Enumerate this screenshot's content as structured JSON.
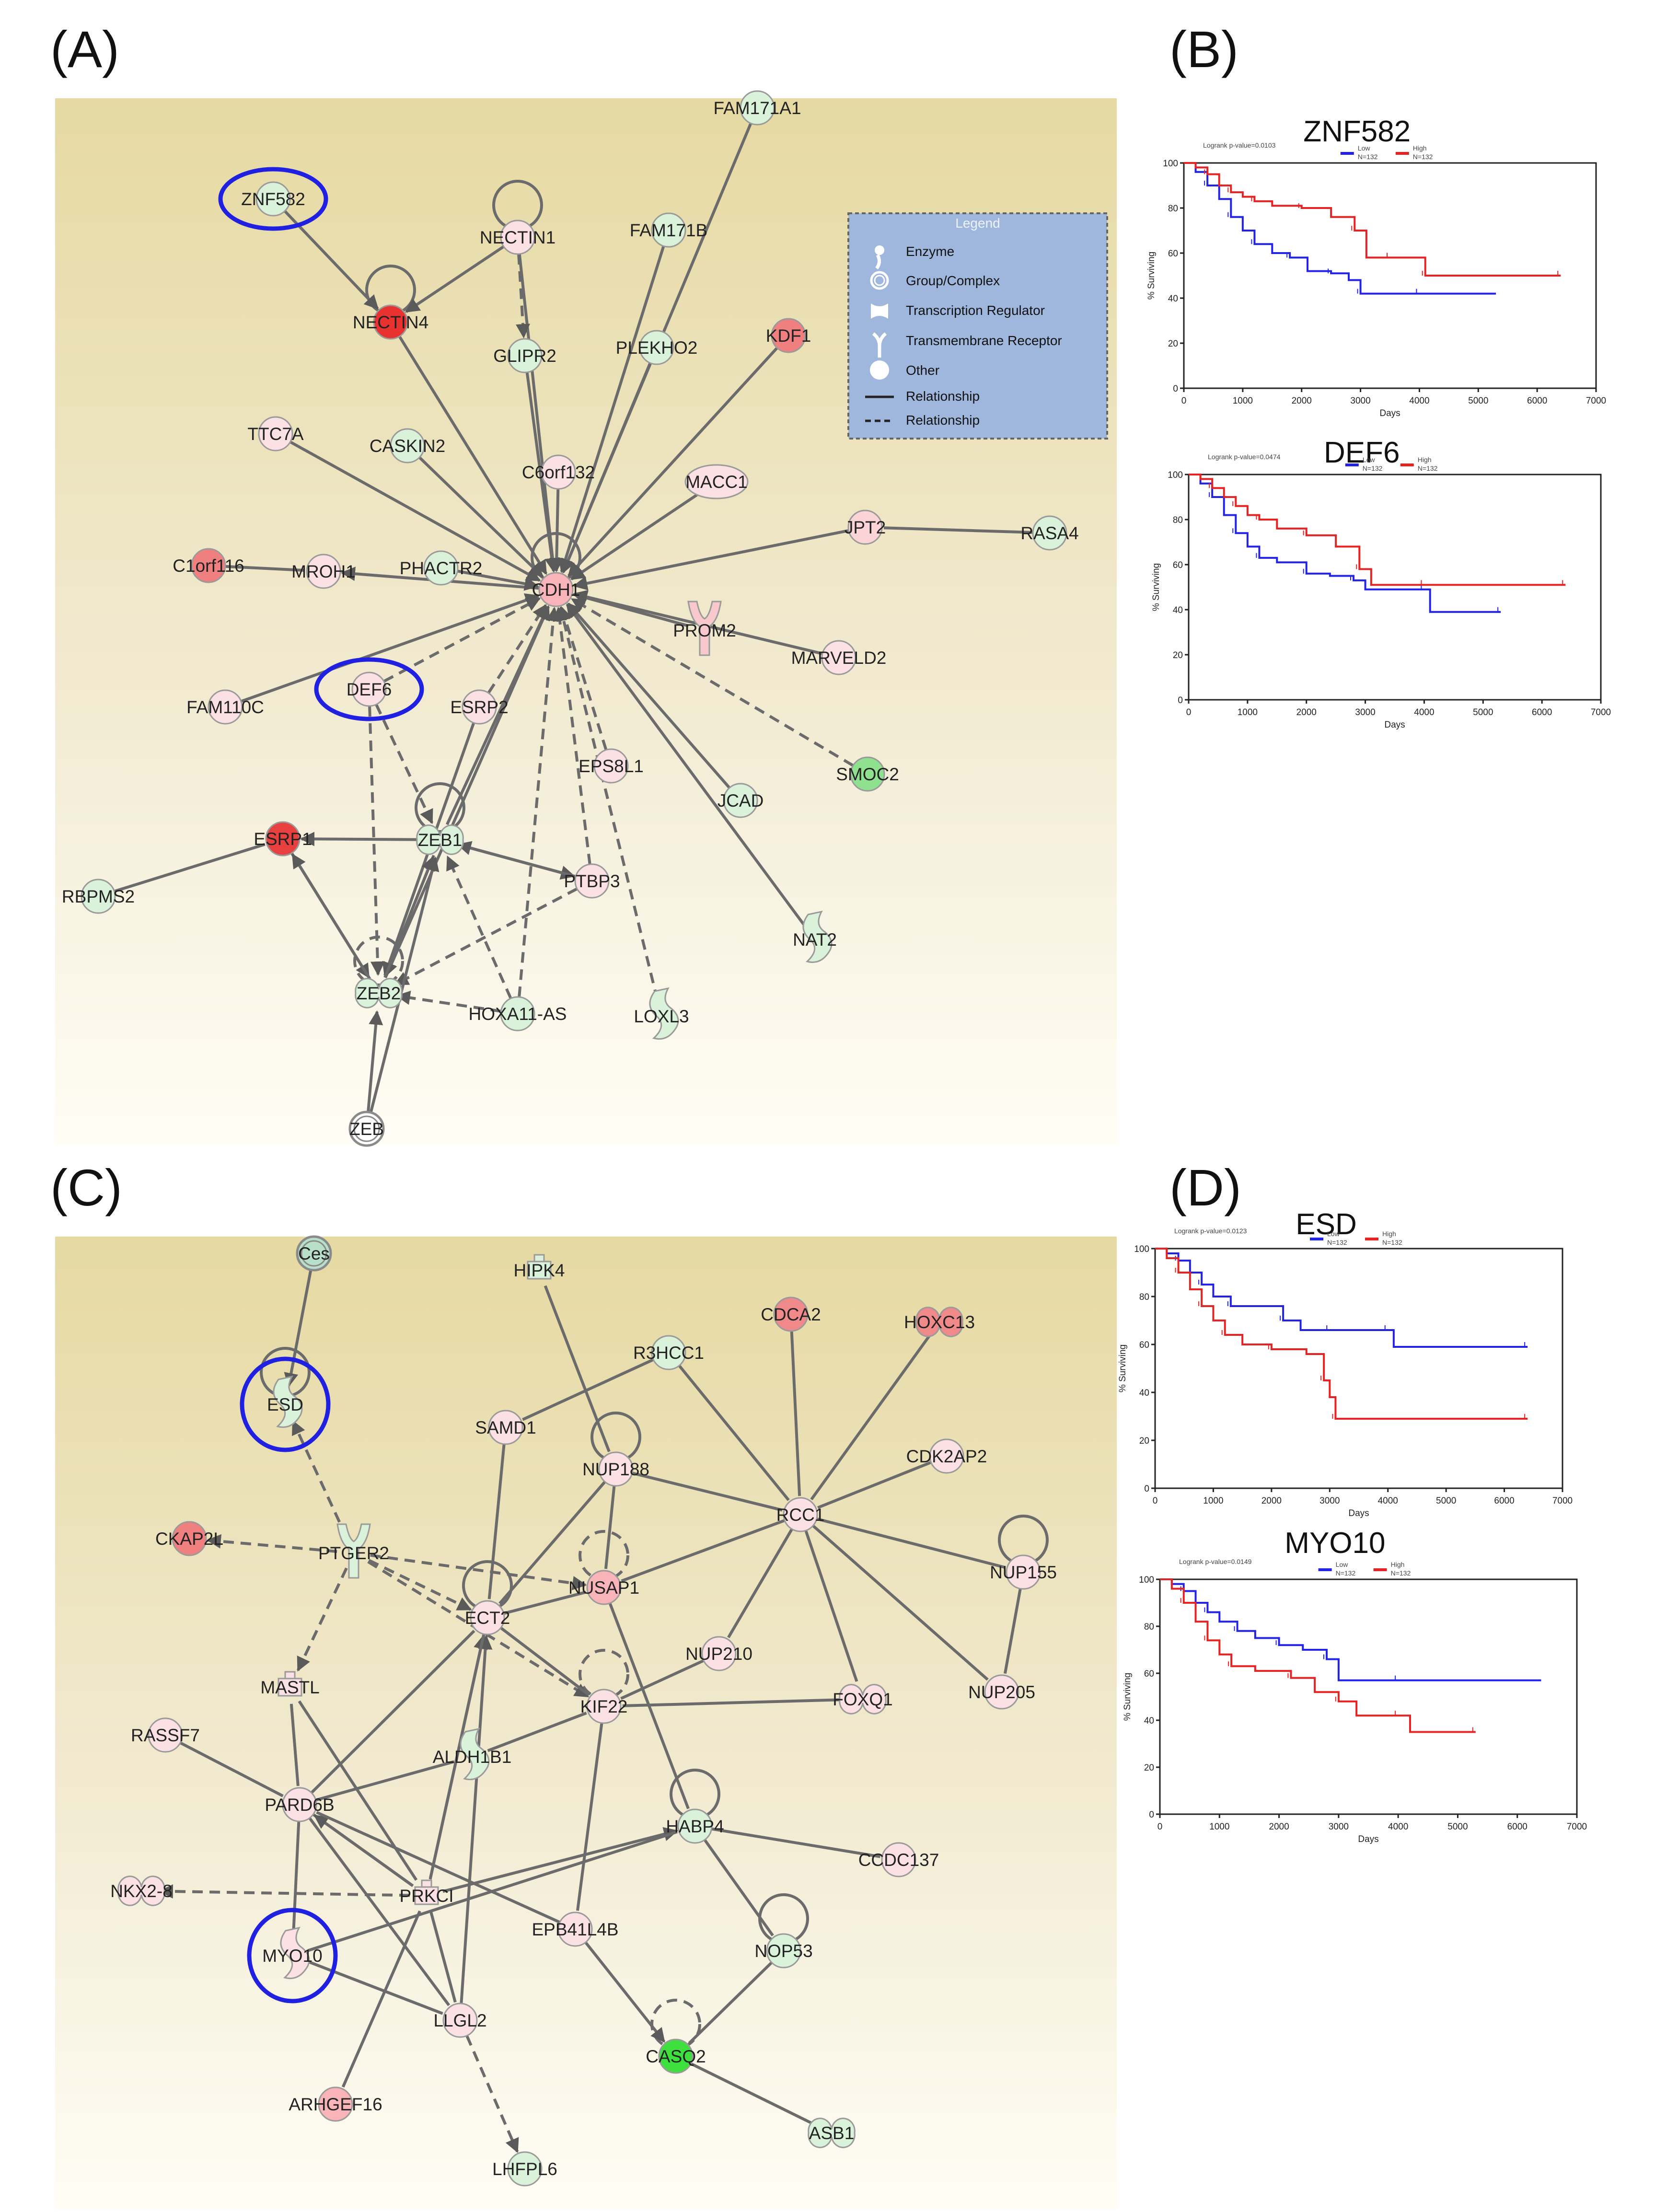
{
  "panels": {
    "a": "(A)",
    "b": "(B)",
    "c": "(C)",
    "d": "(D)"
  },
  "legend": {
    "title": "Legend",
    "items": [
      "Enzyme",
      "Group/Complex",
      "Transcription Regulator",
      "Transmembrane Receptor",
      "Other",
      "Relationship",
      "Relationship"
    ]
  },
  "network_a": {
    "nodes": [
      {
        "id": "FAM171A1",
        "label": "FAM171A1",
        "color": "#d9f2d9",
        "shape": "circle"
      },
      {
        "id": "ZNF582",
        "label": "ZNF582",
        "color": "#d9f2d9",
        "shape": "circle",
        "highlight": true
      },
      {
        "id": "NECTIN1",
        "label": "NECTIN1",
        "color": "#fbe0e4",
        "shape": "circle"
      },
      {
        "id": "FAM171B",
        "label": "FAM171B",
        "color": "#d9f2d9",
        "shape": "circle"
      },
      {
        "id": "NECTIN4",
        "label": "NECTIN4",
        "color": "#e8322f",
        "shape": "circle"
      },
      {
        "id": "GLIPR2",
        "label": "GLIPR2",
        "color": "#d9f2d9",
        "shape": "circle"
      },
      {
        "id": "PLEKHO2",
        "label": "PLEKHO2",
        "color": "#d9f2d9",
        "shape": "circle"
      },
      {
        "id": "KDF1",
        "label": "KDF1",
        "color": "#f07f7f",
        "shape": "circle"
      },
      {
        "id": "TTC7A",
        "label": "TTC7A",
        "color": "#fbe0e4",
        "shape": "circle"
      },
      {
        "id": "CASKIN2",
        "label": "CASKIN2",
        "color": "#d9f2d9",
        "shape": "circle"
      },
      {
        "id": "C6orf132",
        "label": "C6orf132",
        "color": "#fbe0e4",
        "shape": "circle"
      },
      {
        "id": "MACC1",
        "label": "MACC1",
        "color": "#fbe0e4",
        "shape": "oval"
      },
      {
        "id": "JPT2",
        "label": "JPT2",
        "color": "#fbd4d8",
        "shape": "circle"
      },
      {
        "id": "RASA4",
        "label": "RASA4",
        "color": "#d9f2d9",
        "shape": "circle"
      },
      {
        "id": "C1orf116",
        "label": "C1orf116",
        "color": "#f07f7f",
        "shape": "circle"
      },
      {
        "id": "MROH1",
        "label": "MROH1",
        "color": "#fbe0e4",
        "shape": "circle"
      },
      {
        "id": "PHACTR2",
        "label": "PHACTR2",
        "color": "#d9f2d9",
        "shape": "circle"
      },
      {
        "id": "CDH1",
        "label": "CDH1",
        "color": "#f8b4b8",
        "shape": "circle"
      },
      {
        "id": "PROM2",
        "label": "PROM2",
        "color": "#f8c8cc",
        "shape": "receptor"
      },
      {
        "id": "MARVELD2",
        "label": "MARVELD2",
        "color": "#fbe0e4",
        "shape": "circle"
      },
      {
        "id": "DEF6",
        "label": "DEF6",
        "color": "#fbe0e4",
        "shape": "circle",
        "highlight": true
      },
      {
        "id": "FAM110C",
        "label": "FAM110C",
        "color": "#fbe0e4",
        "shape": "circle"
      },
      {
        "id": "ESRP2",
        "label": "ESRP2",
        "color": "#fbe0e4",
        "shape": "circle"
      },
      {
        "id": "EPS8L1",
        "label": "EPS8L1",
        "color": "#fbe0e4",
        "shape": "circle"
      },
      {
        "id": "JCAD",
        "label": "JCAD",
        "color": "#d9f2d9",
        "shape": "circle"
      },
      {
        "id": "SMOC2",
        "label": "SMOC2",
        "color": "#8fe08f",
        "shape": "circle"
      },
      {
        "id": "ESRP1",
        "label": "ESRP1",
        "color": "#e8403e",
        "shape": "circle"
      },
      {
        "id": "ZEB1",
        "label": "ZEB1",
        "color": "#d9f2d9",
        "shape": "tr"
      },
      {
        "id": "PTBP3",
        "label": "PTBP3",
        "color": "#fbe0e4",
        "shape": "circle"
      },
      {
        "id": "RBPMS2",
        "label": "RBPMS2",
        "color": "#d9f2d9",
        "shape": "circle"
      },
      {
        "id": "NAT2",
        "label": "NAT2",
        "color": "#d9f2d9",
        "shape": "enzyme"
      },
      {
        "id": "ZEB2",
        "label": "ZEB2",
        "color": "#d9f2d9",
        "shape": "tr"
      },
      {
        "id": "HOXA11-AS",
        "label": "HOXA11-AS",
        "color": "#d9f2d9",
        "shape": "circle"
      },
      {
        "id": "LOXL3",
        "label": "LOXL3",
        "color": "#d9f2d9",
        "shape": "enzyme"
      },
      {
        "id": "ZEB",
        "label": "ZEB",
        "color": "#ffffff",
        "shape": "group"
      }
    ]
  },
  "network_c": {
    "nodes": [
      {
        "id": "Ces",
        "label": "Ces",
        "color": "#b8e0c8",
        "shape": "group"
      },
      {
        "id": "HIPK4",
        "label": "HIPK4",
        "color": "#d9f2d9",
        "shape": "kinase"
      },
      {
        "id": "CDCA2",
        "label": "CDCA2",
        "color": "#f08a8a",
        "shape": "circle"
      },
      {
        "id": "HOXC13",
        "label": "HOXC13",
        "color": "#f08a8a",
        "shape": "tr"
      },
      {
        "id": "R3HCC1",
        "label": "R3HCC1",
        "color": "#d9f2d9",
        "shape": "circle"
      },
      {
        "id": "ESD",
        "label": "ESD",
        "color": "#d9f2d9",
        "shape": "enzyme",
        "highlight": true
      },
      {
        "id": "SAMD1",
        "label": "SAMD1",
        "color": "#fbe0e4",
        "shape": "circle"
      },
      {
        "id": "NUP188",
        "label": "NUP188",
        "color": "#fbe0e4",
        "shape": "circle"
      },
      {
        "id": "RCC1",
        "label": "RCC1",
        "color": "#fbe0e4",
        "shape": "circle"
      },
      {
        "id": "CDK2AP2",
        "label": "CDK2AP2",
        "color": "#fbe0e4",
        "shape": "circle"
      },
      {
        "id": "CKAP2L",
        "label": "CKAP2L",
        "color": "#f07f7f",
        "shape": "circle"
      },
      {
        "id": "PTGER2",
        "label": "PTGER2",
        "color": "#d9f2d9",
        "shape": "receptor"
      },
      {
        "id": "NUSAP1",
        "label": "NUSAP1",
        "color": "#f8b4b8",
        "shape": "circle"
      },
      {
        "id": "NUP155",
        "label": "NUP155",
        "color": "#fbe0e4",
        "shape": "circle"
      },
      {
        "id": "ECT2",
        "label": "ECT2",
        "color": "#fbe0e4",
        "shape": "circle"
      },
      {
        "id": "NUP210",
        "label": "NUP210",
        "color": "#fbe0e4",
        "shape": "circle"
      },
      {
        "id": "MASTL",
        "label": "MASTL",
        "color": "#fbe0e4",
        "shape": "kinase"
      },
      {
        "id": "KIF22",
        "label": "KIF22",
        "color": "#fbe0e4",
        "shape": "circle"
      },
      {
        "id": "FOXQ1",
        "label": "FOXQ1",
        "color": "#fbe0e4",
        "shape": "tr"
      },
      {
        "id": "NUP205",
        "label": "NUP205",
        "color": "#fbe0e4",
        "shape": "circle"
      },
      {
        "id": "RASSF7",
        "label": "RASSF7",
        "color": "#fbe0e4",
        "shape": "circle"
      },
      {
        "id": "ALDH1B1",
        "label": "ALDH1B1",
        "color": "#d9f2d9",
        "shape": "enzyme"
      },
      {
        "id": "PARD6B",
        "label": "PARD6B",
        "color": "#fbe0e4",
        "shape": "circle"
      },
      {
        "id": "HABP4",
        "label": "HABP4",
        "color": "#d9f2d9",
        "shape": "circle"
      },
      {
        "id": "NKX2-8",
        "label": "NKX2-8",
        "color": "#fbe0e4",
        "shape": "tr"
      },
      {
        "id": "PRKCI",
        "label": "PRKCI",
        "color": "#fbe0e4",
        "shape": "kinase"
      },
      {
        "id": "CCDC137",
        "label": "CCDC137",
        "color": "#fbe0e4",
        "shape": "circle"
      },
      {
        "id": "EPB41L4B",
        "label": "EPB41L4B",
        "color": "#fbe0e4",
        "shape": "circle"
      },
      {
        "id": "MYO10",
        "label": "MYO10",
        "color": "#fbe0e4",
        "shape": "enzyme",
        "highlight": true
      },
      {
        "id": "NOP53",
        "label": "NOP53",
        "color": "#d9f2d9",
        "shape": "circle"
      },
      {
        "id": "LLGL2",
        "label": "LLGL2",
        "color": "#fbe0e4",
        "shape": "circle"
      },
      {
        "id": "CASQ2",
        "label": "CASQ2",
        "color": "#3ee03e",
        "shape": "circle"
      },
      {
        "id": "ARHGEF16",
        "label": "ARHGEF16",
        "color": "#f8b4b8",
        "shape": "circle"
      },
      {
        "id": "ASB1",
        "label": "ASB1",
        "color": "#d9f2d9",
        "shape": "tr"
      },
      {
        "id": "LHFPL6",
        "label": "LHFPL6",
        "color": "#d9f2d9",
        "shape": "circle"
      }
    ]
  },
  "chart_data": [
    {
      "type": "line",
      "title": "ZNF582",
      "subtitle": "Logrank p-value=0.0103",
      "xlabel": "Days",
      "ylabel": "% Surviving",
      "xlim": [
        0,
        7000
      ],
      "ylim": [
        0,
        100
      ],
      "xticks": [
        0,
        1000,
        2000,
        3000,
        4000,
        5000,
        6000,
        7000
      ],
      "yticks": [
        0,
        20,
        40,
        60,
        80,
        100
      ],
      "series": [
        {
          "name": "Low",
          "n": "N=132",
          "color": "#2323e6",
          "x": [
            0,
            200,
            400,
            600,
            800,
            1000,
            1200,
            1500,
            1800,
            2100,
            2500,
            2800,
            3000,
            3300,
            4000,
            5300
          ],
          "y": [
            100,
            96,
            90,
            84,
            76,
            70,
            64,
            60,
            58,
            52,
            51,
            48,
            42,
            42,
            42,
            42
          ]
        },
        {
          "name": "High",
          "n": "N=132",
          "color": "#e62323",
          "x": [
            0,
            200,
            400,
            600,
            800,
            1000,
            1200,
            1500,
            2000,
            2500,
            2900,
            3100,
            3500,
            4000,
            4100,
            5500,
            6400
          ],
          "y": [
            100,
            98,
            95,
            90,
            87,
            85,
            83,
            81,
            80,
            76,
            70,
            58,
            58,
            58,
            50,
            50,
            50
          ]
        }
      ]
    },
    {
      "type": "line",
      "title": "DEF6",
      "subtitle": "Logrank p-value=0.0474",
      "xlabel": "Days",
      "ylabel": "% Surviving",
      "xlim": [
        0,
        7000
      ],
      "ylim": [
        0,
        100
      ],
      "xticks": [
        0,
        1000,
        2000,
        3000,
        4000,
        5000,
        6000,
        7000
      ],
      "yticks": [
        0,
        20,
        40,
        60,
        80,
        100
      ],
      "series": [
        {
          "name": "Low",
          "n": "N=132",
          "color": "#2323e6",
          "x": [
            0,
            200,
            400,
            600,
            800,
            1000,
            1200,
            1500,
            2000,
            2400,
            2800,
            3000,
            4000,
            4100,
            5300
          ],
          "y": [
            100,
            96,
            90,
            82,
            74,
            68,
            63,
            61,
            56,
            55,
            53,
            49,
            49,
            39,
            39
          ]
        },
        {
          "name": "High",
          "n": "N=132",
          "color": "#e62323",
          "x": [
            0,
            200,
            400,
            600,
            800,
            1000,
            1200,
            1500,
            2000,
            2500,
            2900,
            3100,
            4000,
            5000,
            6400
          ],
          "y": [
            100,
            98,
            94,
            90,
            86,
            82,
            80,
            76,
            73,
            68,
            58,
            51,
            51,
            51,
            51
          ]
        }
      ]
    },
    {
      "type": "line",
      "title": "ESD",
      "subtitle": "Logrank p-value=0.0123",
      "xlabel": "Days",
      "ylabel": "% Surviving",
      "xlim": [
        0,
        7000
      ],
      "ylim": [
        0,
        100
      ],
      "xticks": [
        0,
        1000,
        2000,
        3000,
        4000,
        5000,
        6000,
        7000
      ],
      "yticks": [
        0,
        20,
        40,
        60,
        80,
        100
      ],
      "series": [
        {
          "name": "Low",
          "n": "N=132",
          "color": "#2323e6",
          "x": [
            0,
            200,
            400,
            600,
            800,
            1000,
            1300,
            1700,
            2200,
            2500,
            3000,
            3500,
            4000,
            4100,
            6400
          ],
          "y": [
            100,
            98,
            95,
            90,
            85,
            80,
            76,
            76,
            70,
            66,
            66,
            66,
            66,
            59,
            59
          ]
        },
        {
          "name": "High",
          "n": "N=132",
          "color": "#e62323",
          "x": [
            0,
            200,
            400,
            600,
            800,
            1000,
            1200,
            1500,
            2000,
            2600,
            2900,
            3000,
            3100,
            4000,
            6400
          ],
          "y": [
            100,
            96,
            90,
            83,
            76,
            70,
            64,
            60,
            58,
            56,
            45,
            38,
            29,
            29,
            29
          ]
        }
      ]
    },
    {
      "type": "line",
      "title": "MYO10",
      "subtitle": "Logrank p-value=0.0149",
      "xlabel": "Days",
      "ylabel": "% Surviving",
      "xlim": [
        0,
        7000
      ],
      "ylim": [
        0,
        100
      ],
      "xticks": [
        0,
        1000,
        2000,
        3000,
        4000,
        5000,
        6000,
        7000
      ],
      "yticks": [
        0,
        20,
        40,
        60,
        80,
        100
      ],
      "series": [
        {
          "name": "Low",
          "n": "N=132",
          "color": "#2323e6",
          "x": [
            0,
            200,
            400,
            600,
            800,
            1000,
            1300,
            1600,
            2000,
            2400,
            2800,
            3000,
            4000,
            6400
          ],
          "y": [
            100,
            98,
            95,
            90,
            86,
            82,
            78,
            75,
            72,
            70,
            66,
            57,
            57,
            57
          ]
        },
        {
          "name": "High",
          "n": "N=132",
          "color": "#e62323",
          "x": [
            0,
            200,
            400,
            600,
            800,
            1000,
            1200,
            1600,
            2200,
            2600,
            3000,
            3300,
            4000,
            4200,
            5300
          ],
          "y": [
            100,
            96,
            90,
            82,
            74,
            68,
            63,
            61,
            58,
            52,
            48,
            42,
            42,
            35,
            35
          ]
        }
      ]
    }
  ]
}
